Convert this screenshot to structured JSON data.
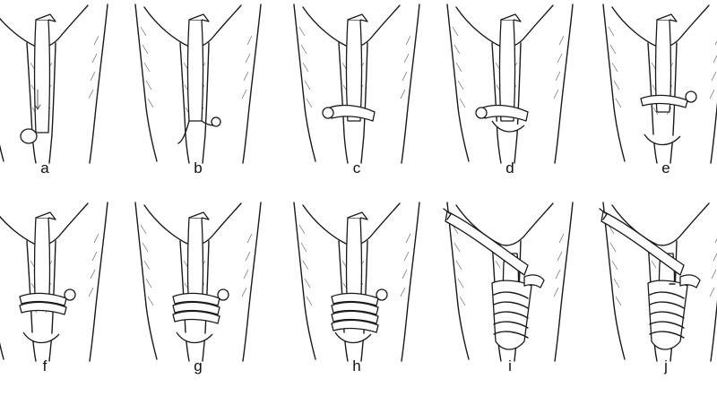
{
  "figure": {
    "panels": [
      {
        "label": "a"
      },
      {
        "label": "b"
      },
      {
        "label": "c"
      },
      {
        "label": "d"
      },
      {
        "label": "e"
      },
      {
        "label": "f"
      },
      {
        "label": "g"
      },
      {
        "label": "h"
      },
      {
        "label": "i"
      },
      {
        "label": "j"
      }
    ]
  }
}
